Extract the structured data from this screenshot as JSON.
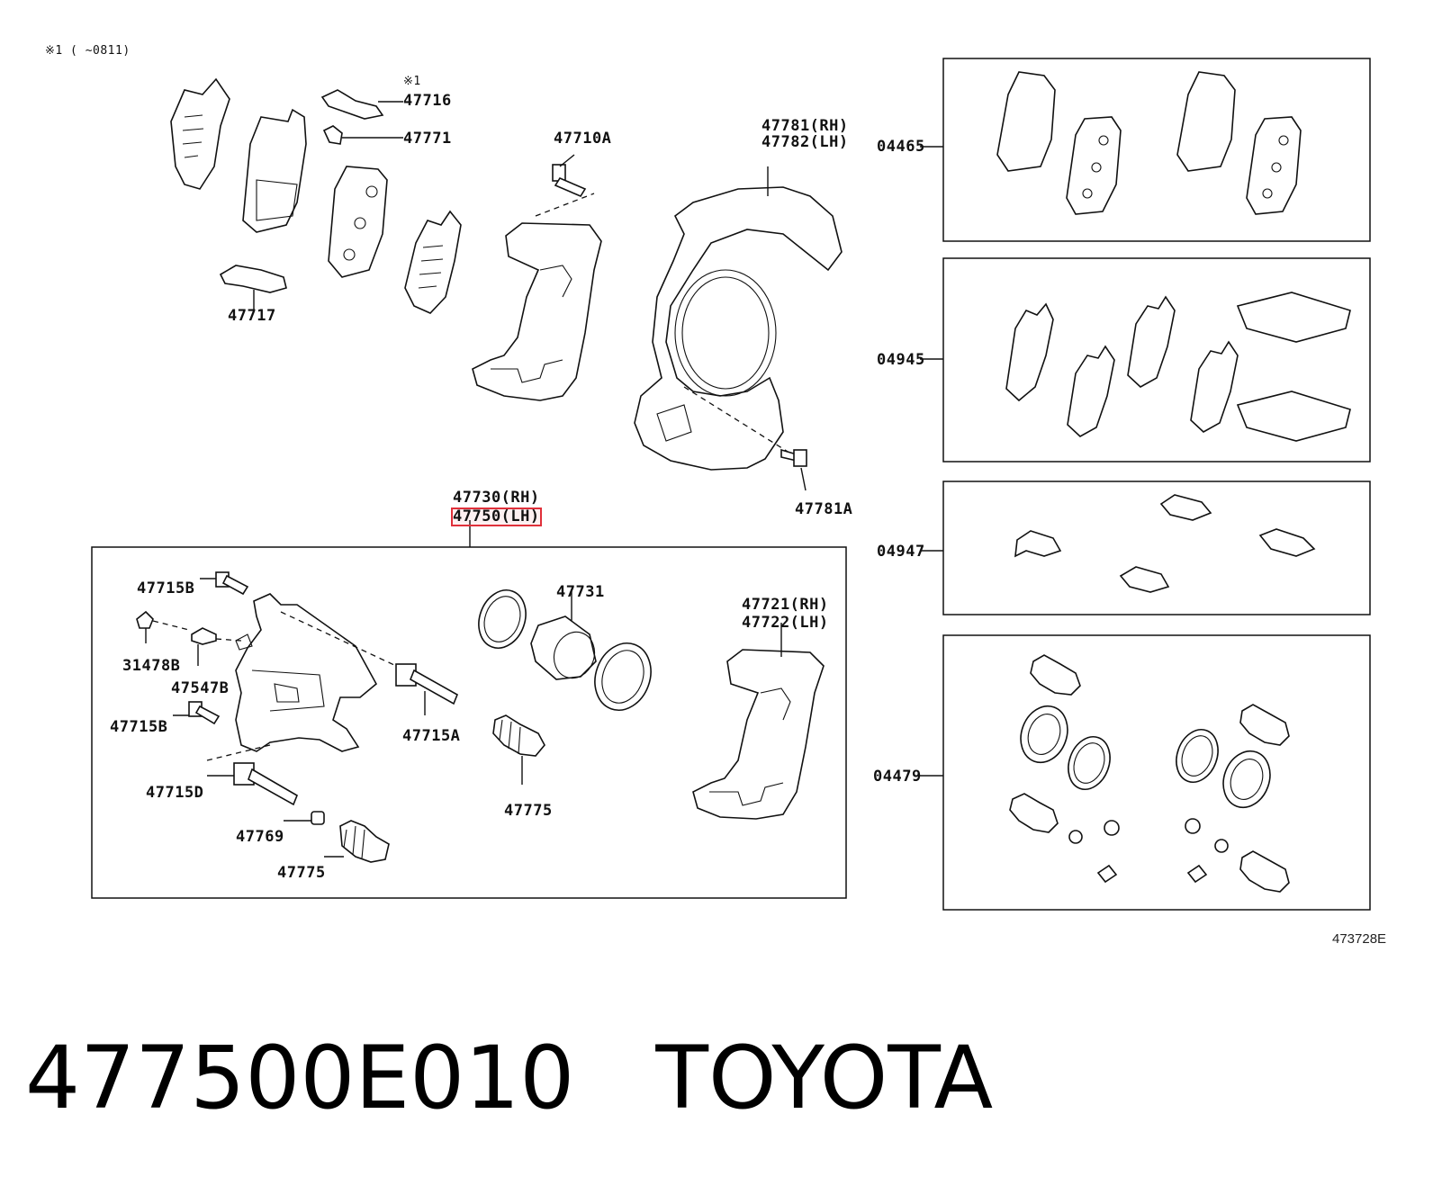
{
  "header_note": "※1 (      ~0811)",
  "callouts": {
    "mark_1": "※1",
    "p47716": "47716",
    "p47771": "47771",
    "p47717": "47717",
    "p47710A": "47710A",
    "p47781_rh": "47781(RH)",
    "p47782_lh": "47782(LH)",
    "p47781A": "47781A",
    "p47730_rh": "47730(RH)",
    "p47750_lh": "47750(LH)",
    "p47715B_top": "47715B",
    "p31478B": "31478B",
    "p47547B": "47547B",
    "p47715B_mid": "47715B",
    "p47715D": "47715D",
    "p47769": "47769",
    "p47775_bottom": "47775",
    "p47715A": "47715A",
    "p47731": "47731",
    "p47775_mid": "47775",
    "p47721_rh": "47721(RH)",
    "p47722_lh": "47722(LH)"
  },
  "kits": [
    {
      "code": "04465"
    },
    {
      "code": "04945"
    },
    {
      "code": "04947"
    },
    {
      "code": "04479"
    }
  ],
  "diagram_ref": "473728E",
  "part_number": "477500E010",
  "brand": "TOYOTA",
  "highlight_color": "#e0303a"
}
